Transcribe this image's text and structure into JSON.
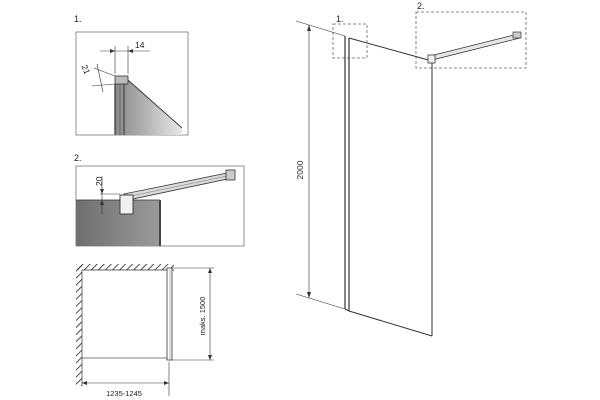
{
  "detail1": {
    "label": "1.",
    "dim_width": "14",
    "dim_depth": "21"
  },
  "detail2": {
    "label": "2.",
    "dim_height": "20"
  },
  "plan": {
    "dim_width": "1235-1245",
    "dim_depth": "maks. 1500"
  },
  "elevation": {
    "callout1": "1.",
    "callout2": "2.",
    "dim_height": "2000"
  }
}
